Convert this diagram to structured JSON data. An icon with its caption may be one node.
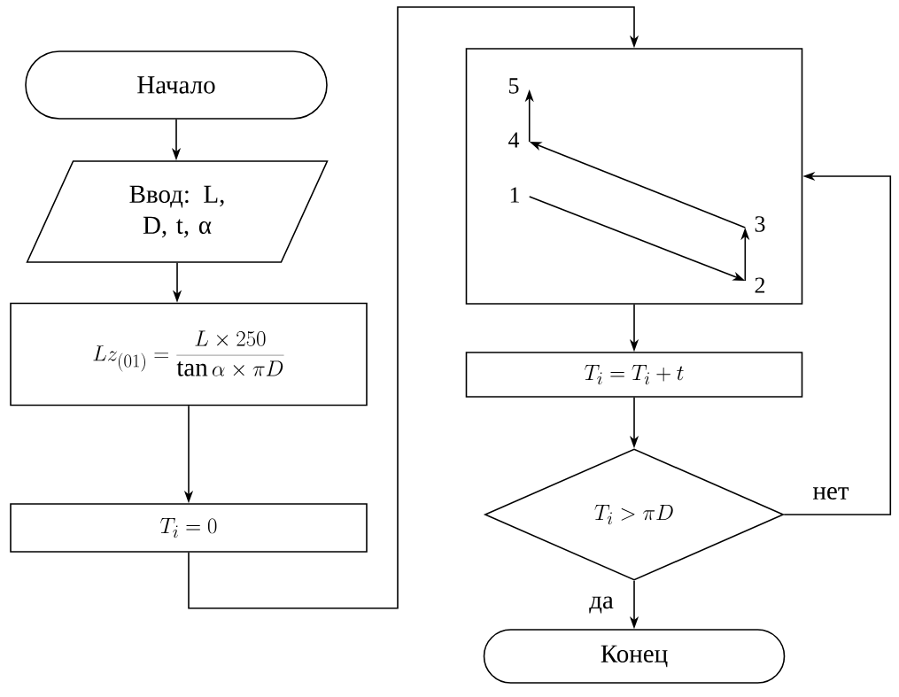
{
  "diagram": {
    "nodes": [
      {
        "text": [
          "Начало"
        ]
      },
      {
        "text": [
          "Ввод: L, D, t, α"
        ]
      },
      {
        "text": [
          "Lz_{(01)} = \\frac{L \\times 250}{\\tan \\alpha \\times \\pi D}"
        ]
      },
      {
        "text": [
          "T_i = 0"
        ]
      },
      {
        "text": [],
        "shape": "box"
      },
      {
        "text": [
          "1"
        ],
        "in": 4
      },
      {
        "text": [
          "2"
        ],
        "in": 4
      },
      {
        "text": [
          "3"
        ],
        "in": 4
      },
      {
        "text": [
          "4"
        ],
        "in": 4
      },
      {
        "text": [
          "5"
        ],
        "in": 4
      },
      {
        "text": [
          "T_i = T_i + t"
        ]
      },
      {
        "text": [
          "T_i > \\pi D"
        ]
      },
      {
        "text": [
          "Конец"
        ]
      }
    ],
    "edges": [
      {
        "from": 0,
        "to": 1,
        "arrow": "to"
      },
      {
        "from": 1,
        "to": 2,
        "arrow": "to"
      },
      {
        "from": 2,
        "to": 3,
        "arrow": "to"
      },
      {
        "from": 3,
        "to": 4,
        "arrow": "to"
      },
      {
        "from": 5,
        "to": 6,
        "arrow": "to"
      },
      {
        "from": 6,
        "to": 7,
        "arrow": "to"
      },
      {
        "from": 7,
        "to": 8,
        "arrow": "to"
      },
      {
        "from": 8,
        "to": 9,
        "arrow": "to"
      },
      {
        "from": 4,
        "to": 10,
        "arrow": "to"
      },
      {
        "from": 10,
        "to": 11,
        "arrow": "to"
      },
      {
        "from": 11,
        "to": 12,
        "arrow": "to",
        "label": "да"
      },
      {
        "from": 11,
        "to": 4,
        "arrow": "to",
        "label": "нет"
      }
    ]
  }
}
